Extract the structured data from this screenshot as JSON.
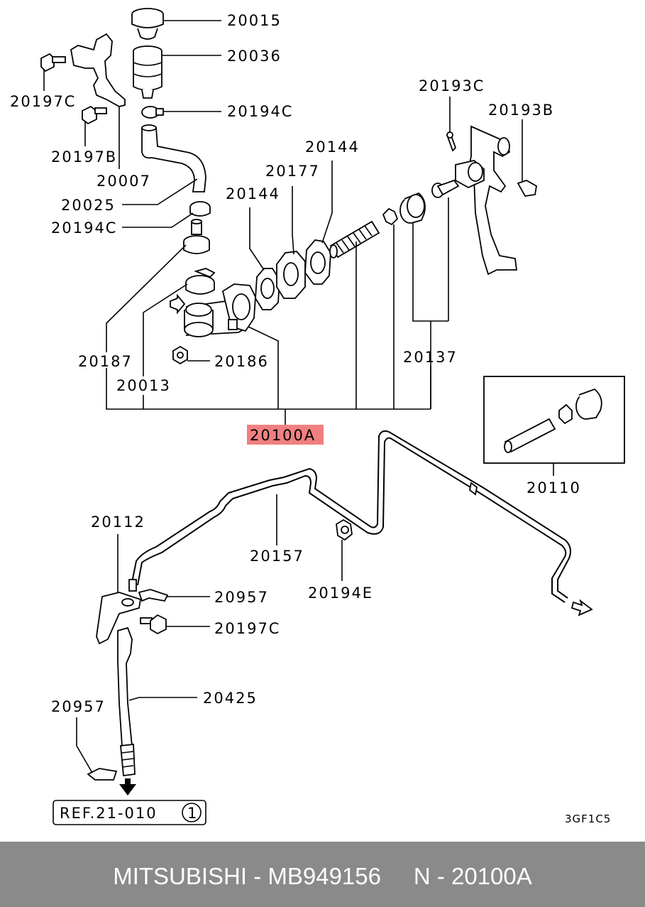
{
  "labels": {
    "l20015": "20015",
    "l20036": "20036",
    "l20197C_a": "20197C",
    "l20194C_a": "20194C",
    "l20197B": "20197B",
    "l20007": "20007",
    "l20025": "20025",
    "l20194C_b": "20194C",
    "l20193C": "20193C",
    "l20193B": "20193B",
    "l20144_a": "20144",
    "l20177": "20177",
    "l20144_b": "20144",
    "l20187": "20187",
    "l20186": "20186",
    "l20013": "20013",
    "l20137": "20137",
    "l20100A": "20100A",
    "l20110": "20110",
    "l20112": "20112",
    "l20157": "20157",
    "l20957_a": "20957",
    "l20194E": "20194E",
    "l20197C_b": "20197C",
    "l20425": "20425",
    "l20957_b": "20957"
  },
  "reference": {
    "text": "REF.21-010",
    "circle_number": "1"
  },
  "diagram_code": "3GF1C5",
  "highlight_color": "#f08080",
  "footer": {
    "text": "MITSUBISHI - MB949156     N - 20100A",
    "background": "#8a8a8a"
  }
}
